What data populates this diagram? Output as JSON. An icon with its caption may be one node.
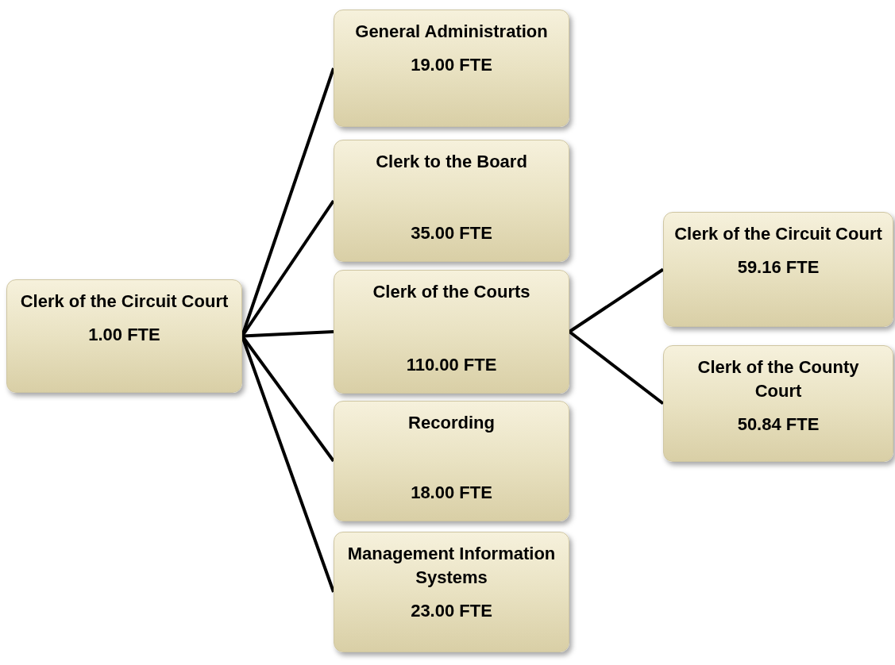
{
  "diagram": {
    "nodes": [
      {
        "text": [
          "Clerk of the Circuit Court",
          "1.00 FTE"
        ]
      },
      {
        "text": [
          "General Administration",
          "19.00 FTE"
        ]
      },
      {
        "text": [
          "Clerk to the Board",
          "35.00 FTE"
        ]
      },
      {
        "text": [
          "Clerk of the Courts",
          "110.00 FTE"
        ]
      },
      {
        "text": [
          "Recording",
          "18.00 FTE"
        ]
      },
      {
        "text": [
          "Management Information Systems",
          "23.00 FTE"
        ]
      },
      {
        "text": [
          "Clerk of the Circuit Court",
          "59.16 FTE"
        ]
      },
      {
        "text": [
          "Clerk of the County Court",
          "50.84 FTE"
        ]
      }
    ],
    "edges": [
      {
        "from": 0,
        "to": 1,
        "arrow": "none"
      },
      {
        "from": 0,
        "to": 2,
        "arrow": "none"
      },
      {
        "from": 0,
        "to": 3,
        "arrow": "none"
      },
      {
        "from": 0,
        "to": 4,
        "arrow": "none"
      },
      {
        "from": 0,
        "to": 5,
        "arrow": "none"
      },
      {
        "from": 3,
        "to": 6,
        "arrow": "none"
      },
      {
        "from": 3,
        "to": 7,
        "arrow": "none"
      }
    ]
  }
}
